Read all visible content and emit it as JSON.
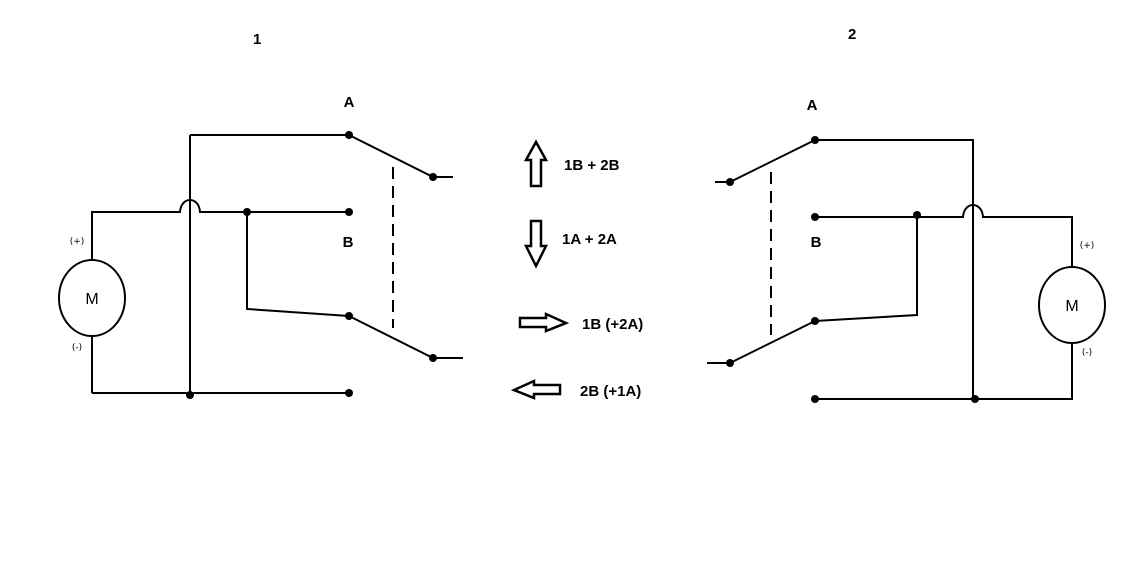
{
  "titles": {
    "left": "1",
    "right": "2"
  },
  "left_circuit": {
    "label_a": "A",
    "label_b": "B",
    "motor": "M",
    "plus": "(+)",
    "minus": "(-)"
  },
  "right_circuit": {
    "label_a": "A",
    "label_b": "B",
    "motor": "M",
    "plus": "(+)",
    "minus": "(-)"
  },
  "legend": [
    {
      "icon": "arrow-up-icon",
      "label": "1B + 2B"
    },
    {
      "icon": "arrow-down-icon",
      "label": "1A + 2A"
    },
    {
      "icon": "arrow-right-icon",
      "label": "1B (+2A)"
    },
    {
      "icon": "arrow-left-icon",
      "label": "2B (+1A)"
    }
  ]
}
